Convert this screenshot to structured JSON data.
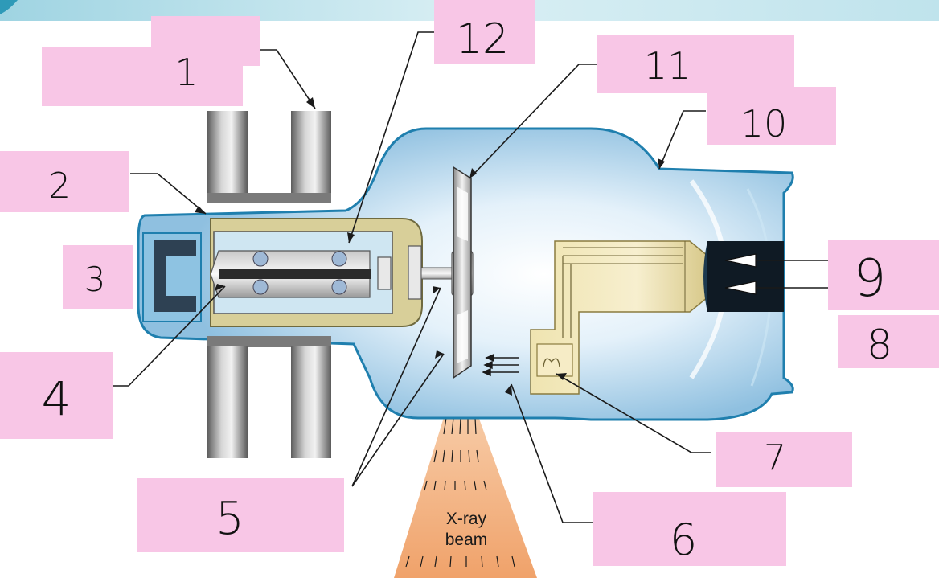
{
  "diagram": {
    "beam_label_line1": "X-ray",
    "beam_label_line2": "beam",
    "labels": [
      {
        "id": "1",
        "text": "1"
      },
      {
        "id": "2",
        "text": "2"
      },
      {
        "id": "3",
        "text": "3"
      },
      {
        "id": "4",
        "text": "4"
      },
      {
        "id": "5",
        "text": "5"
      },
      {
        "id": "6",
        "text": "6"
      },
      {
        "id": "7",
        "text": "7"
      },
      {
        "id": "8",
        "text": "8"
      },
      {
        "id": "9",
        "text": "9"
      },
      {
        "id": "10",
        "text": "10"
      },
      {
        "id": "11",
        "text": "11"
      },
      {
        "id": "12",
        "text": "12"
      }
    ],
    "colors": {
      "banner": "#bfe3ec",
      "envelope": "#9cc9e4",
      "envelope_outline": "#1f7fae",
      "label_tag": "#f8c6e6",
      "beam": "#f4b583",
      "cathode": "#e8dca0"
    }
  }
}
